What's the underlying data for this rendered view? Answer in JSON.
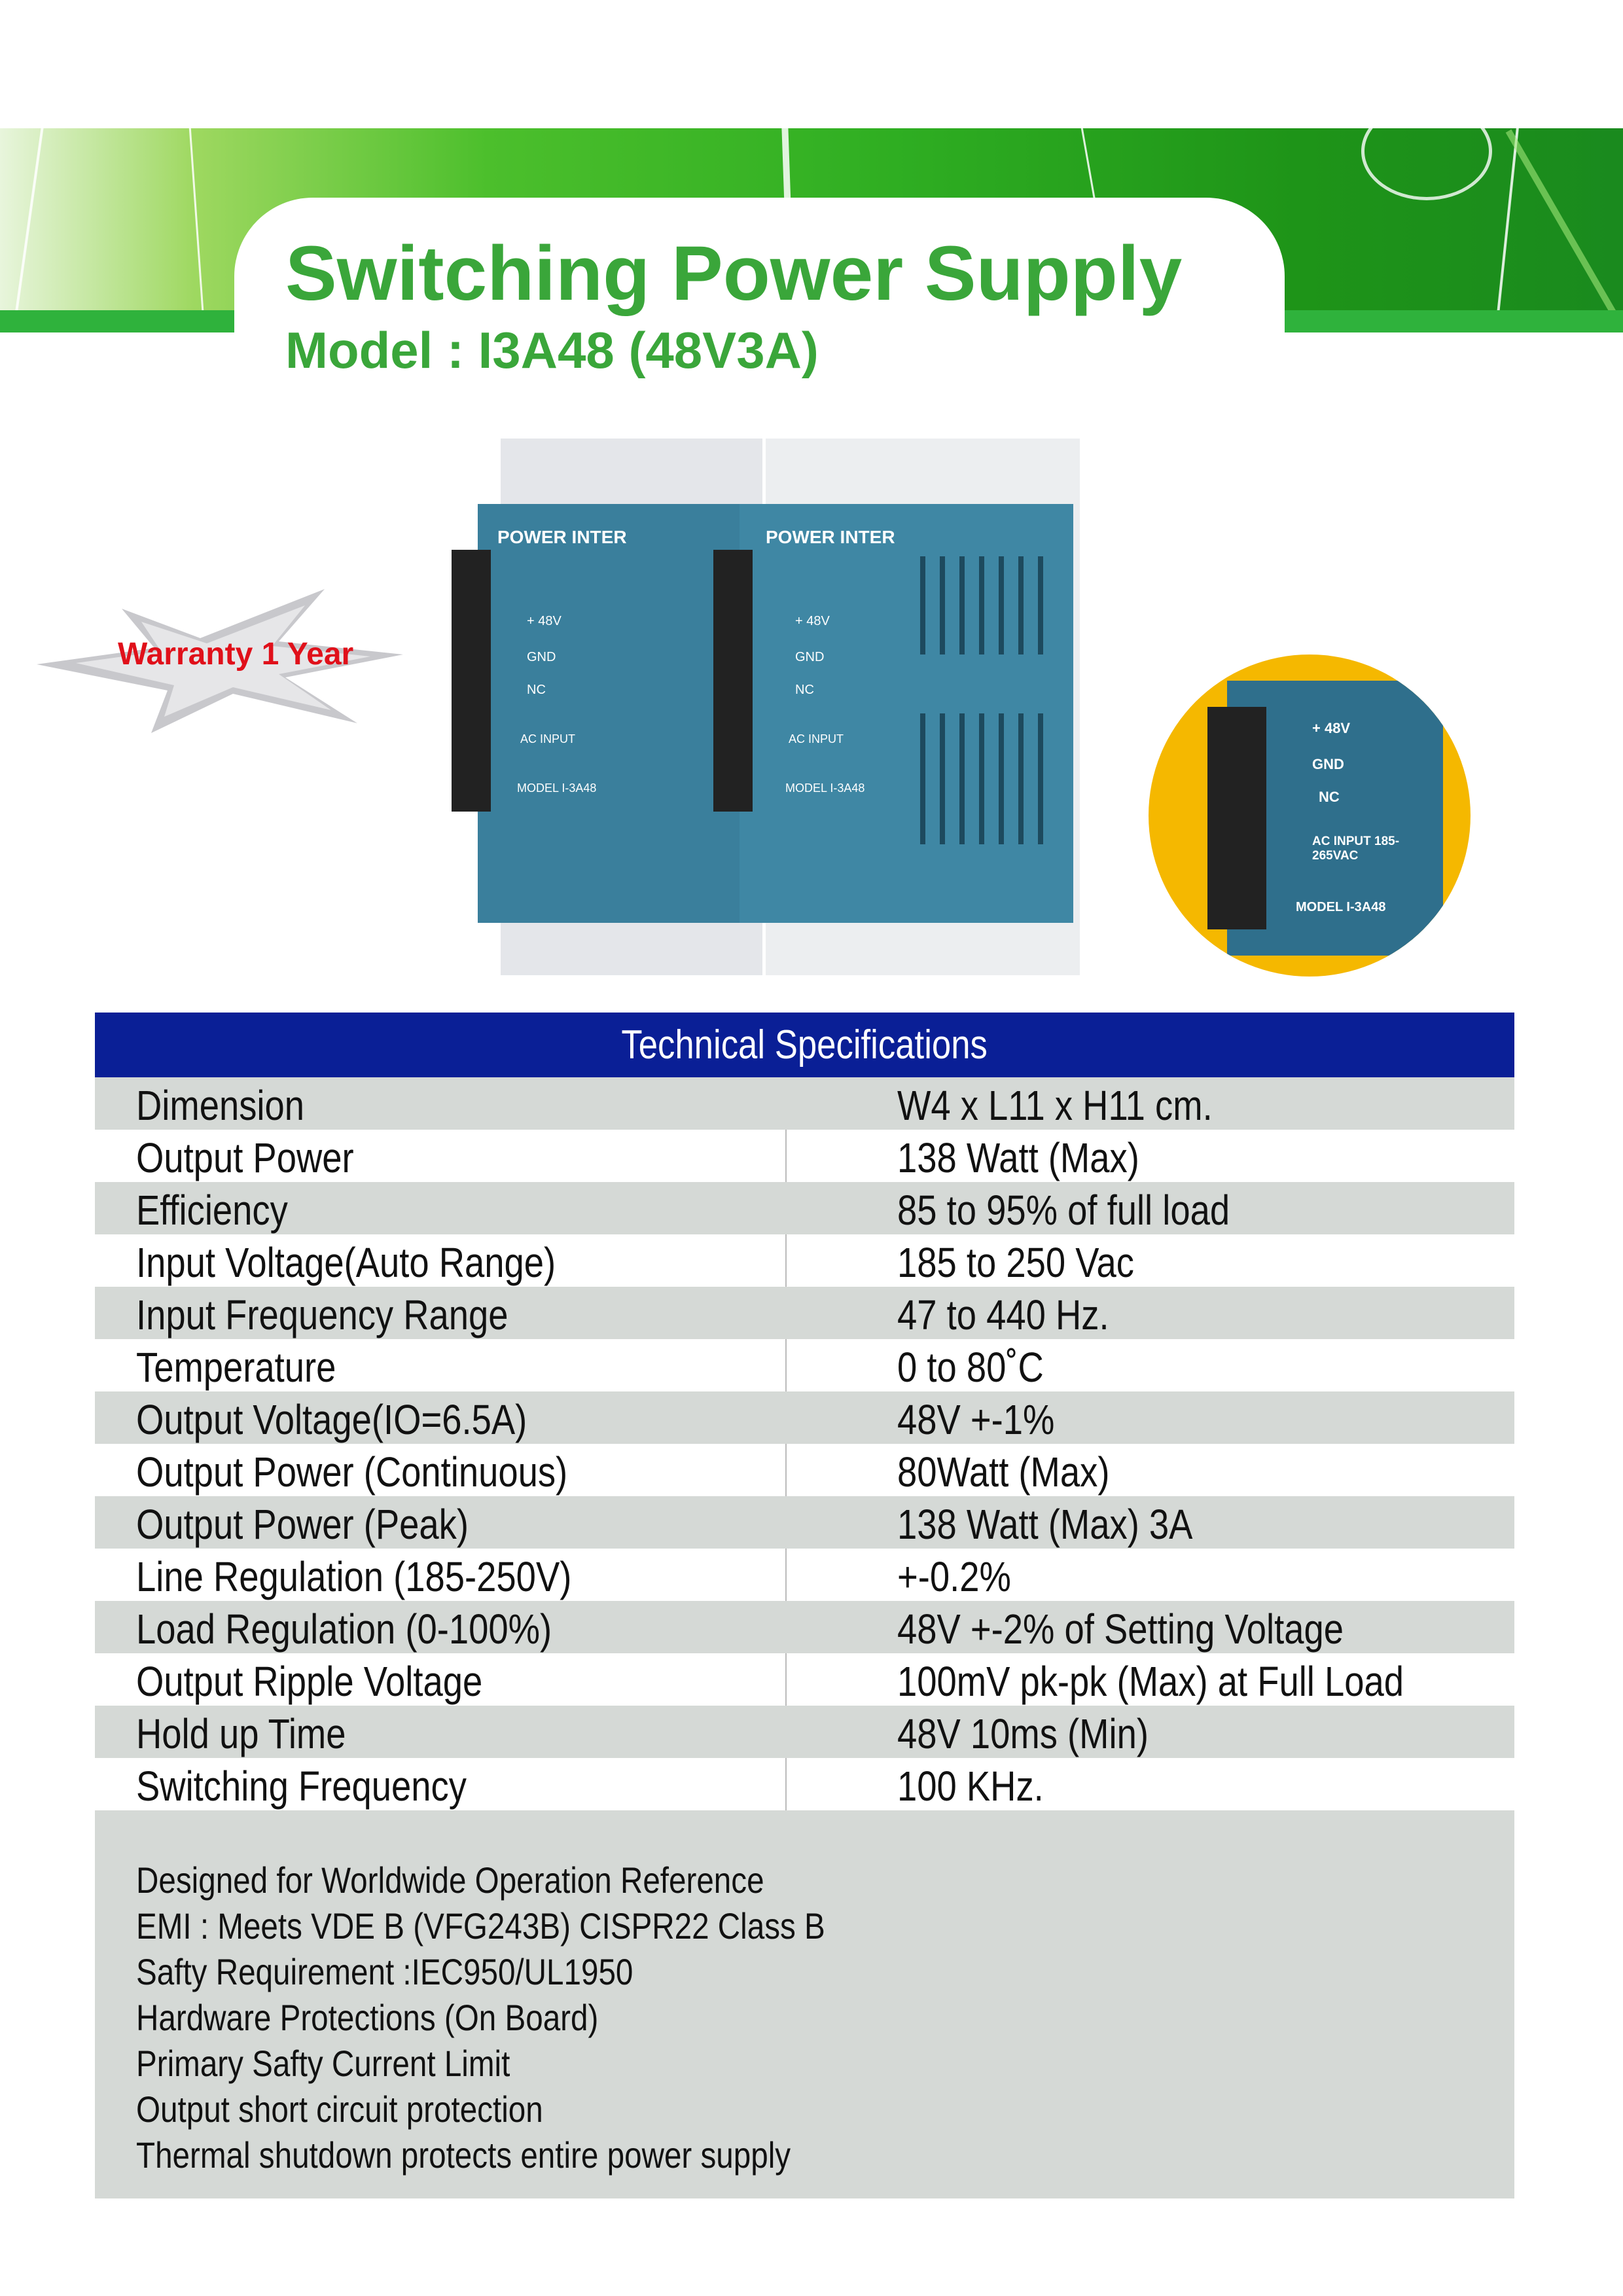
{
  "header": {
    "title": "Switching Power Supply",
    "model": "Model : I3A48 (48V3A)"
  },
  "badge": {
    "warranty": "Warranty 1 Year"
  },
  "product": {
    "brand": "POWER INTER",
    "terminals": [
      "+ 48V",
      "GND",
      "NC",
      "AC INPUT 185-265VAC"
    ],
    "model_label": "MODEL I-3A48"
  },
  "specs": {
    "title": "Technical Specifications",
    "rows": [
      {
        "label": "Dimension",
        "value": "W4 x L11 x H11 cm."
      },
      {
        "label": "Output Power",
        "value": "138 Watt (Max)"
      },
      {
        "label": "Efficiency",
        "value": "85 to 95% of full load"
      },
      {
        "label": "Input Voltage(Auto Range)",
        "value": "185 to 250 Vac"
      },
      {
        "label": "Input Frequency Range",
        "value": "47 to 440 Hz."
      },
      {
        "label": "Temperature",
        "value": "0 to 80˚C"
      },
      {
        "label": "Output Voltage(IO=6.5A)",
        "value": "48V +-1%"
      },
      {
        "label": "Output Power (Continuous)",
        "value": "80Watt (Max)"
      },
      {
        "label": "Output Power (Peak)",
        "value": "138 Watt (Max) 3A"
      },
      {
        "label": "Line  Regulation (185-250V)",
        "value": "+-0.2%"
      },
      {
        "label": "Load Regulation (0-100%)",
        "value": "48V +-2% of Setting Voltage"
      },
      {
        "label": "Output Ripple Voltage",
        "value": "100mV pk-pk (Max) at Full Load"
      },
      {
        "label": "Hold up Time",
        "value": "48V 10ms (Min)"
      },
      {
        "label": "Switching Frequency",
        "value": "100 KHz."
      }
    ],
    "notes": [
      "Designed for Worldwide Operation Reference",
      "EMI : Meets VDE B (VFG243B) CISPR22 Class B",
      "Safty Requirement :IEC950/UL1950",
      "Hardware Protections (On Board)",
      "Primary Safty Current Limit",
      "Output short circuit protection",
      "Thermal shutdown protects entire power supply"
    ]
  },
  "colors": {
    "green": "#3aa63a",
    "navy": "#0a1f96",
    "gray": "#d5d9d6",
    "yellow": "#f5b800",
    "red": "#e0101a"
  }
}
